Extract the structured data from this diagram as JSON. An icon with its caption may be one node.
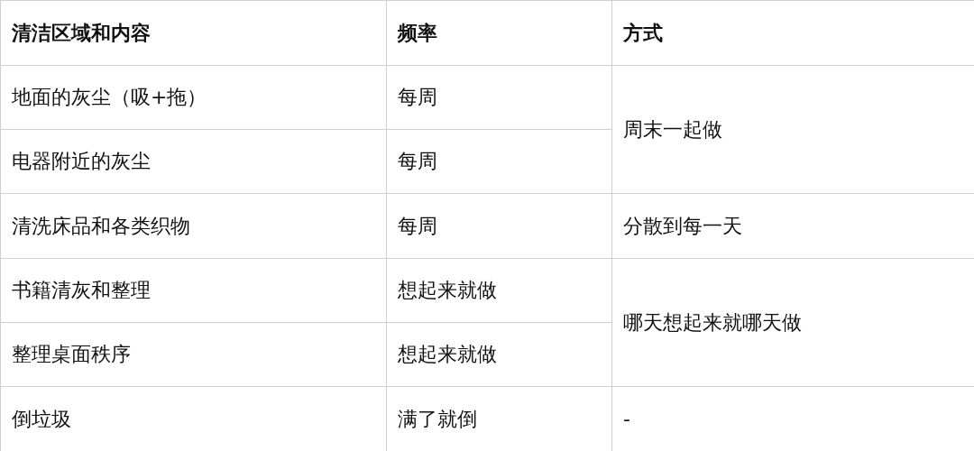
{
  "diagram": {
    "labels": [
      "清洁区域和内容",
      "频率",
      "方式",
      "地面的灰尘（吸+拖）",
      "每周",
      "周末一起做",
      "电器附近的灰尘",
      "每周",
      "清洗床品和各类织物",
      "每周",
      "分散到每一天",
      "书籍清灰和整理",
      "想起来就做",
      "哪天想起来就哪天做",
      "整理桌面秩序",
      "想起来就做",
      "倒垃圾",
      "满了就倒",
      "-"
    ]
  }
}
